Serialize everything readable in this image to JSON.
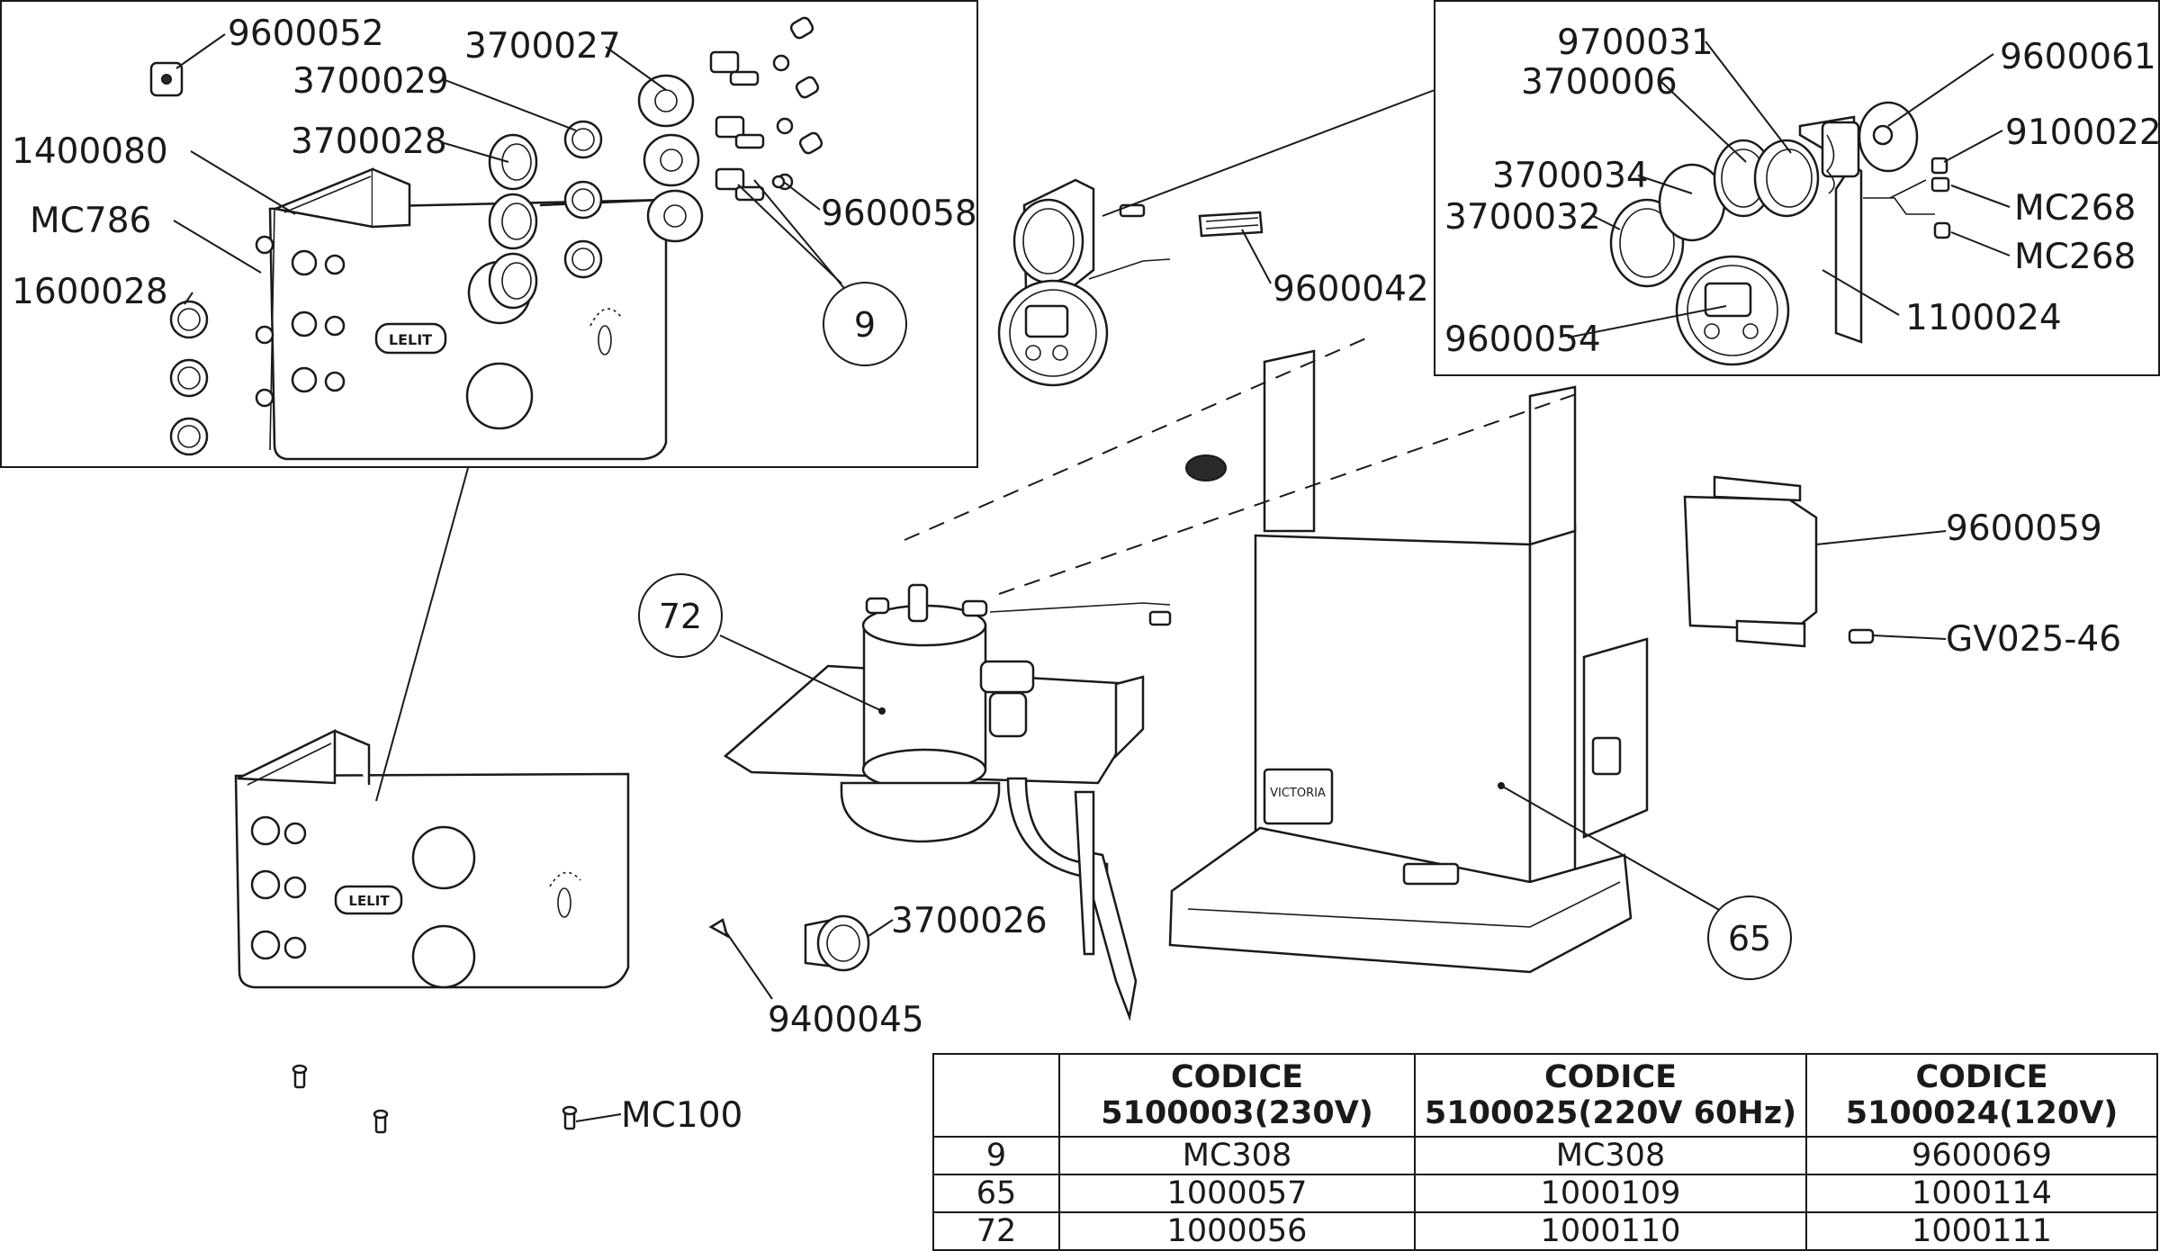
{
  "callouts": {
    "c9600052": "9600052",
    "c3700027": "3700027",
    "c3700029": "3700029",
    "c1400080": "1400080",
    "c3700028": "3700028",
    "cMC786": "MC786",
    "c1600028": "1600028",
    "c9600058": "9600058",
    "c9700031": "9700031",
    "c9600061": "9600061",
    "c3700006": "3700006",
    "c9100022": "9100022",
    "c3700034": "3700034",
    "cMC268a": "MC268",
    "c3700032": "3700032",
    "cMC268b": "MC268",
    "c1100024": "1100024",
    "c9600054": "9600054",
    "c9600042": "9600042",
    "c9600059": "9600059",
    "cGV025_46": "GV025-46",
    "c3700026": "3700026",
    "c9400045": "9400045",
    "cMC100": "MC100"
  },
  "circles": {
    "n9": "9",
    "n72": "72",
    "n65": "65"
  },
  "brand_marks": [
    "LELIT",
    "VICTORIA"
  ],
  "table": {
    "headers": [
      {
        "line1": "",
        "line2": ""
      },
      {
        "line1": "CODICE",
        "line2": "5100003(230V)"
      },
      {
        "line1": "CODICE",
        "line2": "5100025(220V 60Hz)"
      },
      {
        "line1": "CODICE",
        "line2": "5100024(120V)"
      }
    ],
    "rows": [
      {
        "ref": "9",
        "c1": "MC308",
        "c2": "MC308",
        "c3": "9600069"
      },
      {
        "ref": "65",
        "c1": "1000057",
        "c2": "1000109",
        "c3": "1000114"
      },
      {
        "ref": "72",
        "c1": "1000056",
        "c2": "1000110",
        "c3": "1000111"
      }
    ]
  }
}
